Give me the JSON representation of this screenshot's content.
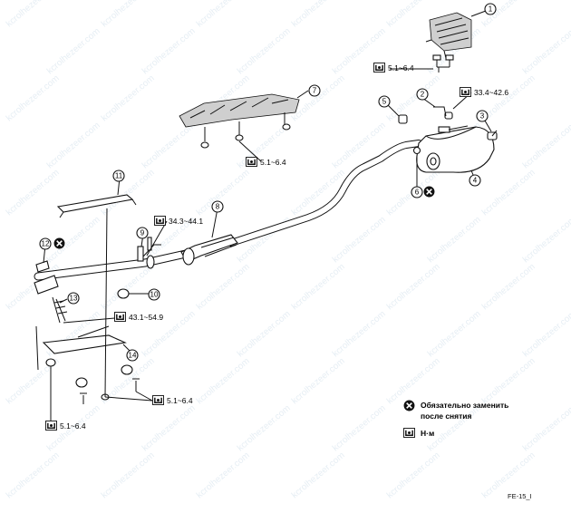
{
  "watermark": "kcrolhezeer.com",
  "callouts": [
    "1",
    "2",
    "3",
    "4",
    "5",
    "6",
    "7",
    "8",
    "9",
    "10",
    "11",
    "12",
    "13",
    "14"
  ],
  "torques": {
    "t1": "5.1~6.4",
    "t2": "33.4~42.6",
    "t3": "5.1~6.4",
    "t4": "34.3~44.1",
    "t5": "43.1~54.9",
    "t6": "5.1~6.4",
    "t7": "5.1~6.4"
  },
  "legend": {
    "replace_line1": "Обязательно заменить",
    "replace_line2": "после снятия",
    "torque_unit": "Н·м"
  },
  "figure_code": "FE-15_I"
}
